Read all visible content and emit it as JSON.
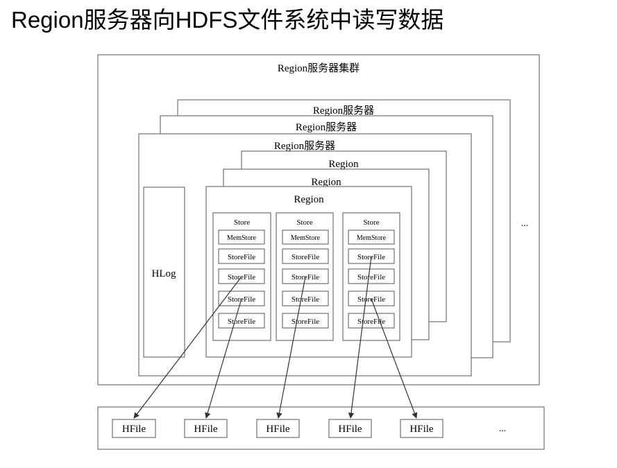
{
  "title": "Region服务器向HDFS文件系统中读写数据",
  "cluster_label": "Region服务器集群",
  "server_labels": [
    "Region服务器",
    "Region服务器",
    "Region服务器"
  ],
  "region_labels": [
    "Region",
    "Region",
    "Region"
  ],
  "hlog_label": "HLog",
  "ellipsis": "...",
  "stores": [
    {
      "label": "Store",
      "memstore": "MemStore",
      "storefiles": [
        "StoreFile",
        "StoreFile",
        "StoreFile",
        "StoreFile"
      ]
    },
    {
      "label": "Store",
      "memstore": "MemStore",
      "storefiles": [
        "StoreFile",
        "StoreFile",
        "StoreFile",
        "StoreFile"
      ]
    },
    {
      "label": "Store",
      "memstore": "MemStore",
      "storefiles": [
        "StoreFile",
        "StoreFile",
        "StoreFile",
        "StoreFile"
      ]
    }
  ],
  "hfiles": [
    "HFile",
    "HFile",
    "HFile",
    "HFile",
    "HFile"
  ],
  "hdfs_ellipsis": "..."
}
